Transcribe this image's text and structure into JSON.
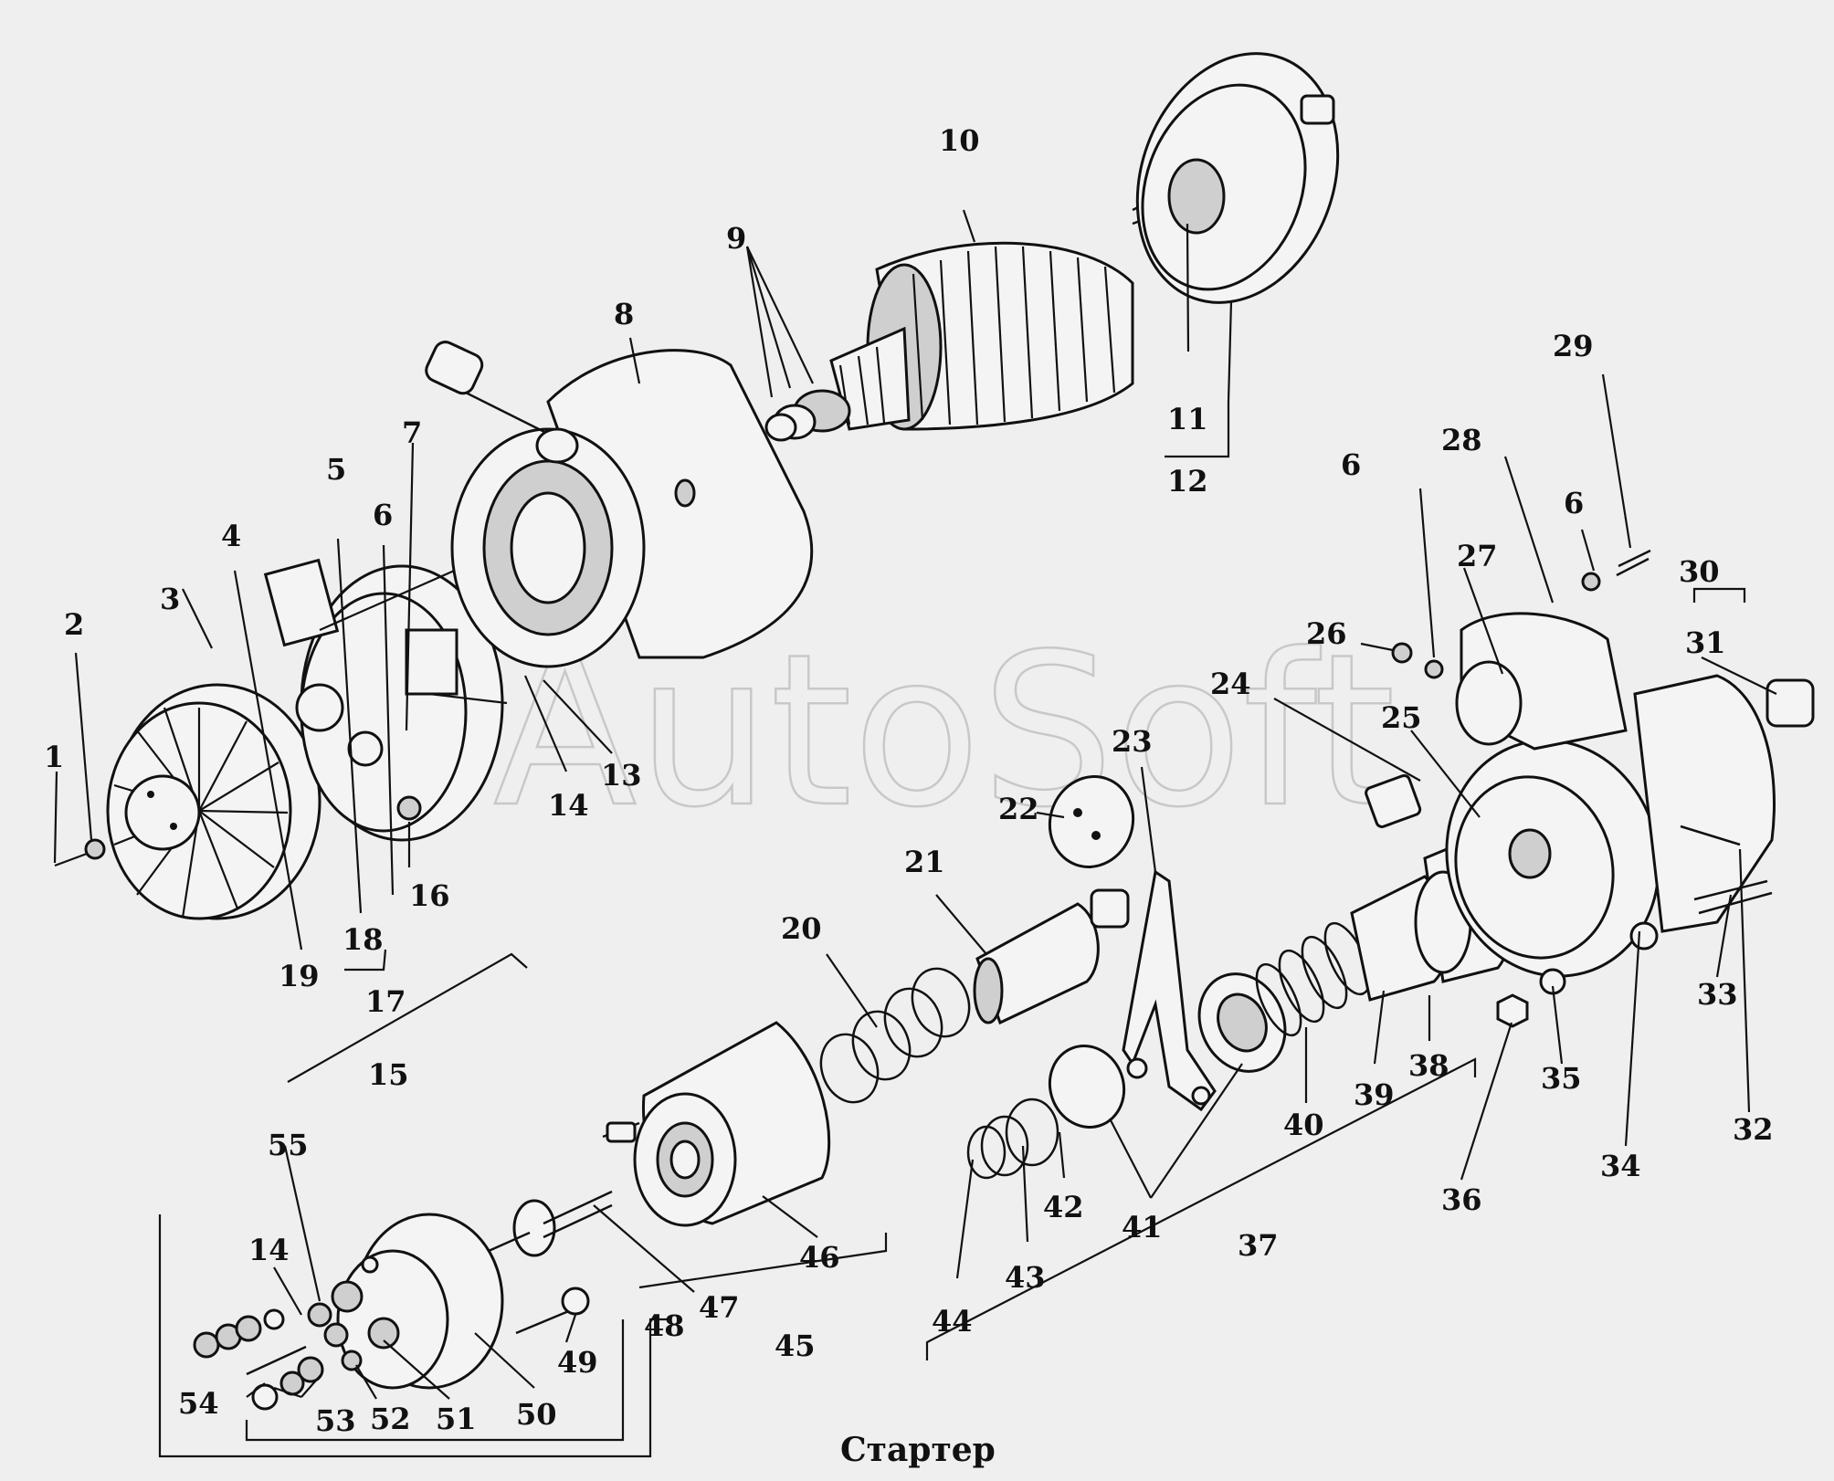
{
  "caption": "Стартер",
  "watermark": "AutoSoft",
  "callouts": {
    "p1": "1",
    "p2": "2",
    "p3": "3",
    "p4": "4",
    "p5": "5",
    "p6a": "6",
    "p7": "7",
    "p8": "8",
    "p9": "9",
    "p10": "10",
    "p11": "11",
    "p12": "12",
    "p13": "13",
    "p14a": "14",
    "p15": "15",
    "p16": "16",
    "p17": "17",
    "p18": "18",
    "p19": "19",
    "p20": "20",
    "p21": "21",
    "p22": "22",
    "p23": "23",
    "p24": "24",
    "p25": "25",
    "p26": "26",
    "p27": "27",
    "p28": "28",
    "p29": "29",
    "p6b": "6",
    "p6c": "6",
    "p30": "30",
    "p31": "31",
    "p32": "32",
    "p33": "33",
    "p34": "34",
    "p35": "35",
    "p36": "36",
    "p37": "37",
    "p38": "38",
    "p39": "39",
    "p40": "40",
    "p41": "41",
    "p42": "42",
    "p43": "43",
    "p44": "44",
    "p45": "45",
    "p46": "46",
    "p47": "47",
    "p48": "48",
    "p49": "49",
    "p50": "50",
    "p51": "51",
    "p52": "52",
    "p53": "53",
    "p54": "54",
    "p55": "55",
    "p14b": "14"
  }
}
